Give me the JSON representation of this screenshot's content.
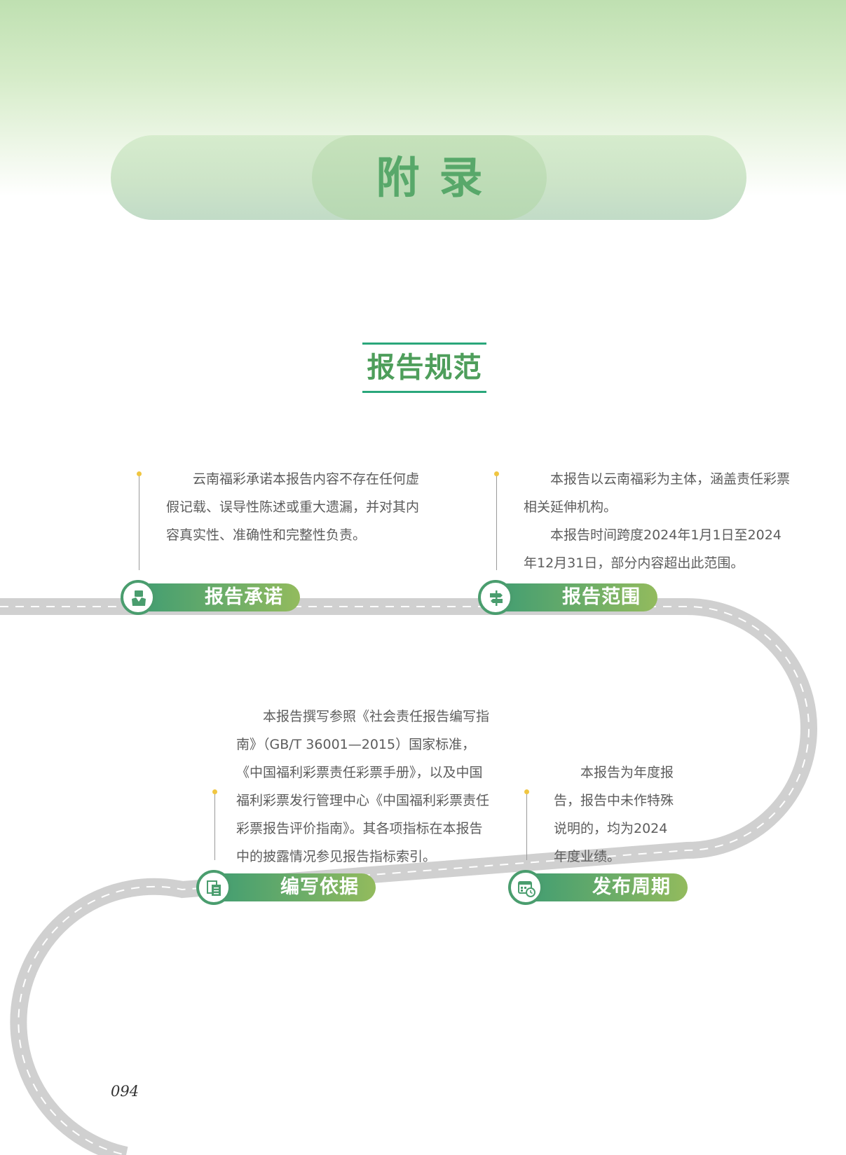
{
  "banner": {
    "title": "附录"
  },
  "section": {
    "title": "报告规范"
  },
  "items": [
    {
      "label": "报告承诺",
      "icon": "pledge-icon",
      "paragraphs": [
        "云南福彩承诺本报告内容不存在任何虚假记载、误导性陈述或重大遗漏，并对其内容真实性、准确性和完整性负责。"
      ]
    },
    {
      "label": "报告范围",
      "icon": "signpost-icon",
      "paragraphs": [
        "本报告以云南福彩为主体，涵盖责任彩票相关延伸机构。",
        "本报告时间跨度2024年1月1日至2024年12月31日，部分内容超出此范围。"
      ]
    },
    {
      "label": "编写依据",
      "icon": "documents-icon",
      "paragraphs": [
        "本报告撰写参照《社会责任报告编写指南》（GB/T 36001—2015）国家标准，《中国福利彩票责任彩票手册》，以及中国福利彩票发行管理中心《中国福利彩票责任彩票报告评价指南》。其各项指标在本报告中的披露情况参见报告指标索引。"
      ]
    },
    {
      "label": "发布周期",
      "icon": "calendar-clock-icon",
      "paragraphs": [
        "本报告为年度报告，报告中未作特殊说明的，均为2024年度业绩。"
      ]
    }
  ],
  "page_number": "094",
  "colors": {
    "accent": "#4e9e5b",
    "road": "#d0d0d0",
    "dot": "#f0c642"
  }
}
